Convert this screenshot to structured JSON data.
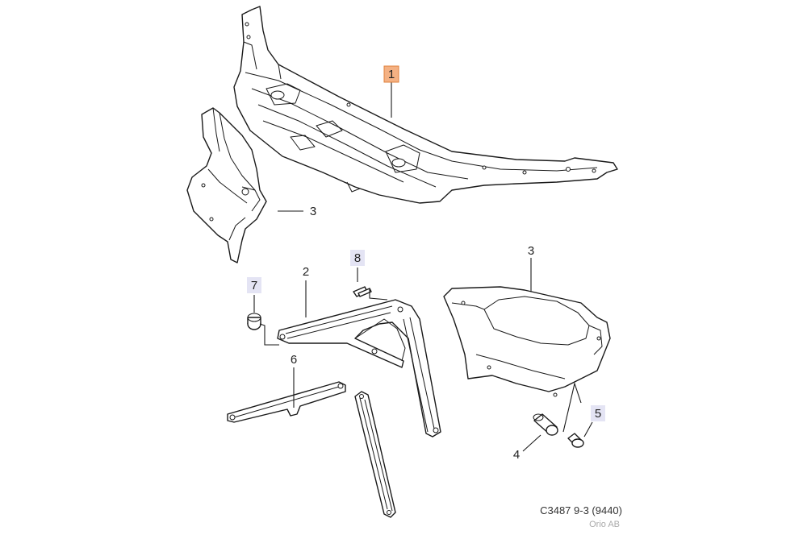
{
  "callouts": [
    {
      "label": "1",
      "highlight": true
    },
    {
      "label": "3",
      "highlight": false
    },
    {
      "label": "2",
      "highlight": false
    },
    {
      "label": "8",
      "highlight": false
    },
    {
      "label": "7",
      "highlight": false
    },
    {
      "label": "3",
      "highlight": false
    },
    {
      "label": "6",
      "highlight": false
    },
    {
      "label": "5",
      "highlight": false
    },
    {
      "label": "4",
      "highlight": false
    }
  ],
  "caption": "C3487 9-3 (9440)",
  "copyright": "Orio AB",
  "colors": {
    "highlight_box": "#f4b183",
    "highlight_border": "#e0813c",
    "number_box": "#e4e4f4",
    "line": "#1a1a1a"
  }
}
